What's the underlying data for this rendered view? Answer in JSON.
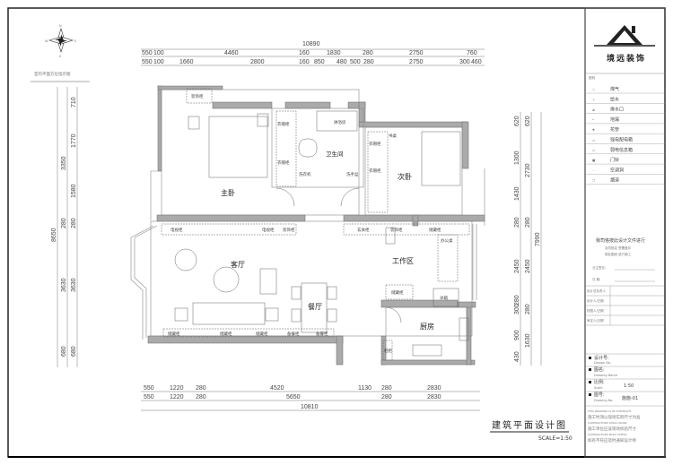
{
  "compass": {
    "caption": "室内平面方位指示图",
    "letters": [
      "N",
      "S",
      "E",
      "W"
    ]
  },
  "dims": {
    "top_total": "10890",
    "top_row1": [
      "550",
      "100",
      "4460",
      "160",
      "1830",
      "280",
      "2750",
      "760"
    ],
    "top_row2": [
      "550",
      "100",
      "1660",
      "2800",
      "160",
      "850",
      "480",
      "500",
      "280",
      "2750",
      "300",
      "460"
    ],
    "bottom_row1": [
      "550",
      "1220",
      "280",
      "4520",
      "1130",
      "280",
      "2830"
    ],
    "bottom_row2": [
      "550",
      "1220",
      "280",
      "5650",
      "280",
      "2830"
    ],
    "bottom_total": "10810",
    "left_total": "8650",
    "left_row1": [
      "3350",
      "280",
      "3630",
      "680"
    ],
    "left_row2": [
      "710",
      "1770",
      "1580",
      "280",
      "3630",
      "680"
    ],
    "right_row1": [
      "620",
      "1300",
      "1430",
      "280",
      "2450",
      "300",
      "280",
      "900",
      "430"
    ],
    "right_row2": [
      "620",
      "2730",
      "280",
      "2450",
      "280",
      "1630"
    ],
    "right_total": "7990"
  },
  "rooms": {
    "master": "主卧",
    "bath": "卫生间",
    "second": "次卧",
    "living": "客厅",
    "dining": "餐厅",
    "work": "工作区",
    "kitchen": "厨房"
  },
  "furniture": {
    "deco_top": "装饰柜",
    "wardrobe1": "衣帽柜",
    "wardrobe2": "衣帽柜",
    "shower": "淋浴房",
    "washer": "洗衣机",
    "basin": "洗手盆",
    "desk": "书桌",
    "wardrobe3": "衣帽柜",
    "wardrobe4": "衣帽柜",
    "tv1": "电视柜",
    "tv2": "电视柜",
    "deco1": "装饰柜",
    "entry": "玄关柜",
    "deco2": "装饰柜",
    "storage1": "储藏柜",
    "office": "办公桌",
    "storage2": "储藏柜",
    "fridge": "冰箱",
    "storage3": "储藏柜",
    "storage4": "储藏柜",
    "storage5": "储藏柜",
    "pantry1": "备餐柜",
    "pantry2": "备餐柜",
    "shoe": "鞋柜"
  },
  "drawing_title": "建筑平面设计图",
  "scale_label": "SCALE=1:50",
  "title_block": {
    "company": "境远装饰",
    "legend_header": "图例",
    "legend": [
      "煤气",
      "给水",
      "排水口",
      "地漏",
      "花管",
      "强电配电箱",
      "弱电信息箱",
      "门铃",
      "空调洞",
      "烟道"
    ],
    "statement": [
      "我司恪按此设计文件进行",
      "合同指定 签署盖印",
      "按此图纸 进行施工"
    ],
    "owner_sign": "业主签名:",
    "date": "日   期:",
    "roles": [
      "设计总负责人",
      "设计人/日期",
      "校图人/日期",
      "审定人/日期"
    ],
    "design_no": "设计号:",
    "design_no_en": "Design No.",
    "drawing_name": "图名:",
    "drawing_name_en": "Drawing Name",
    "scale": "比例:",
    "scale_en": "Scale",
    "scale_value": "1:50",
    "drawing_no": "图号:",
    "drawing_no_en": "Drawing No.",
    "drawing_no_value": "施施-01",
    "notes": [
      "THIS DRAWING IS IN COPYRIGHT",
      "施工时须以现场实际尺寸为准",
      "CONTRACTORS SHALL WORK",
      "施工单位应该现场校验尺寸",
      "CONTRACTORS MUST CHECK",
      "如有不符应及时通知设计师"
    ]
  }
}
